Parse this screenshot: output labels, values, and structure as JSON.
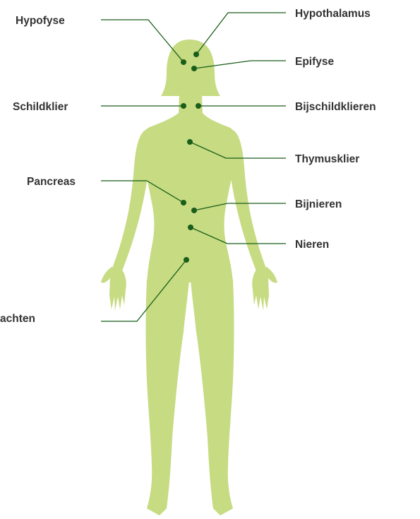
{
  "colors": {
    "body": "#c6db82",
    "marker": "#1a5e1a",
    "text": "#333333"
  },
  "labels": {
    "hypofyse": "Hypofyse",
    "hypothalamus": "Hypothalamus",
    "epifyse": "Epifyse",
    "schildklier": "Schildklier",
    "bijschildklieren": "Bijschildklieren",
    "thymusklier": "Thymusklier",
    "pancreas": "Pancreas",
    "bijnieren": "Bijnieren",
    "nieren": "Nieren",
    "geslachtsklieren": "achten"
  }
}
